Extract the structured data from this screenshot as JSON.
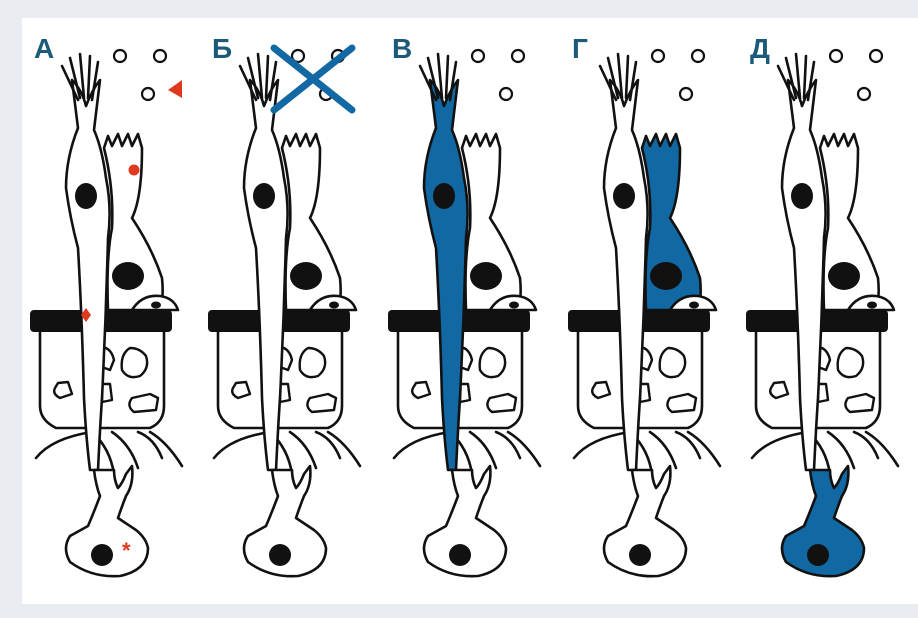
{
  "colors": {
    "label": "#1b5a7a",
    "highlight": "#1268a3",
    "marker": "#e03a1e",
    "outline": "#111111",
    "background": "#e9edf2"
  },
  "panels": [
    {
      "label": "А",
      "highlight": "none",
      "crossed": false,
      "markers": true
    },
    {
      "label": "Б",
      "highlight": "none",
      "crossed": true,
      "markers": false
    },
    {
      "label": "В",
      "highlight": "supporting-cell",
      "crossed": false,
      "markers": false
    },
    {
      "label": "Г",
      "highlight": "receptor-cell",
      "crossed": false,
      "markers": false
    },
    {
      "label": "Д",
      "highlight": "afferent-neuron",
      "crossed": false,
      "markers": false
    }
  ],
  "markers": {
    "triangle": "triangle",
    "dot": "dot",
    "diamond": "diamond",
    "asterisk": "*"
  }
}
